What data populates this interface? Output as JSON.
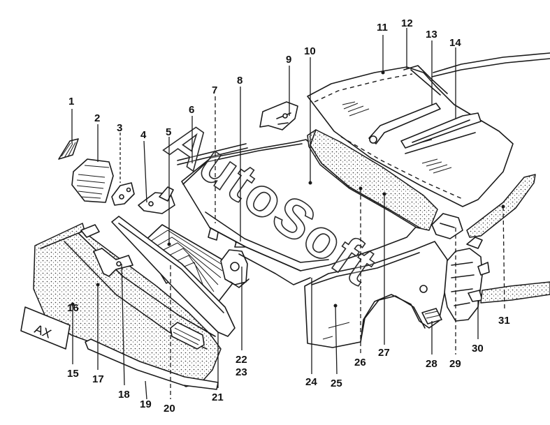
{
  "diagram": {
    "part_labels": [
      "1",
      "2",
      "3",
      "4",
      "5",
      "6",
      "7",
      "8",
      "9",
      "10",
      "11",
      "12",
      "13",
      "14",
      "15",
      "16",
      "17",
      "18",
      "19",
      "20",
      "21",
      "22",
      "23",
      "24",
      "25",
      "26",
      "27",
      "28",
      "29",
      "30",
      "31"
    ],
    "plate_text": "AX",
    "watermark": "AutoSoft"
  }
}
